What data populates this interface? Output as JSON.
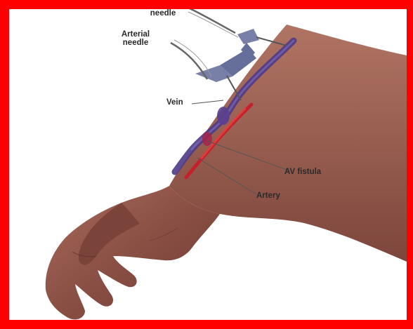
{
  "labels": {
    "venous_needle": "needle",
    "arterial_needle_line1": "Arterial",
    "arterial_needle_line2": "needle",
    "vein": "Vein",
    "av_fistula": "AV fistula",
    "artery": "Artery"
  },
  "colors": {
    "frame": "#ff0000",
    "skin": "#8a4f44",
    "vein": "#5a3f8f",
    "artery": "#c8202a",
    "needle": "#7880a8",
    "leader": "#555555"
  }
}
